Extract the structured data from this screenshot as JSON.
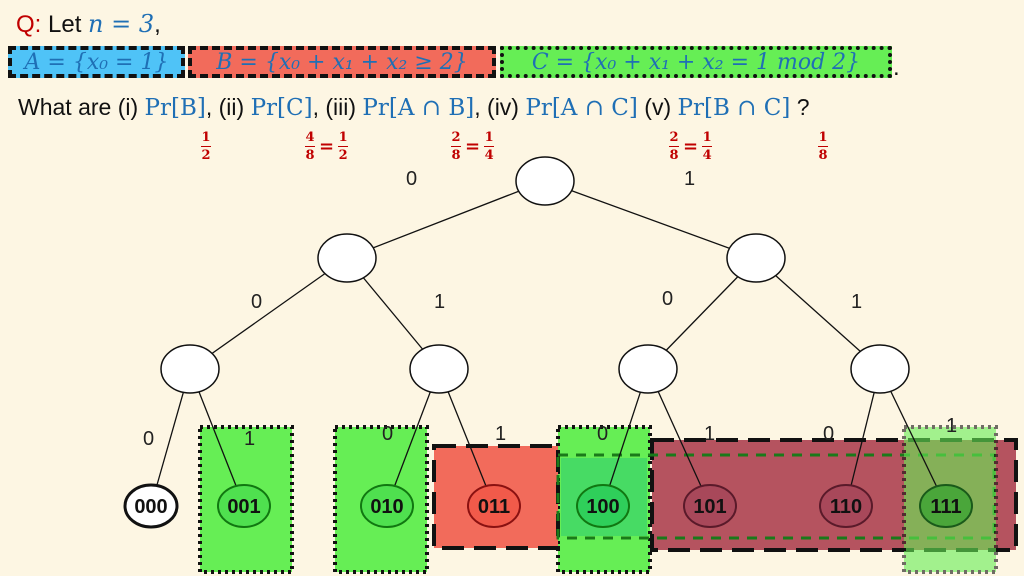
{
  "question": {
    "prefix": "Q:",
    "let_text": " Let ",
    "n_def": "n = 3",
    "comma": ",",
    "set_A": "A = {x₀ = 1}",
    "set_B": "B = {x₀ + x₁ + x₂ ≥ 2}",
    "set_C": "C = {x₀ + x₁ + x₂ = 1 mod 2}",
    "period": ".",
    "what_are": "What are (i) ",
    "pr_B": "Pr[B]",
    "ii": ", (ii) ",
    "pr_C": "Pr[C]",
    "iii": ", (iii) ",
    "pr_AB": "Pr[A ∩ B]",
    "iv": ", (iv) ",
    "pr_AC": "Pr[A ∩ C]",
    "v": " (v) ",
    "pr_BC": "Pr[B ∩ C]",
    "qmark": " ?"
  },
  "answers": {
    "a1": {
      "num": "1",
      "den": "2"
    },
    "a2": {
      "num1": "4",
      "den1": "8",
      "eq": "=",
      "num2": "1",
      "den2": "2"
    },
    "a3": {
      "num1": "2",
      "den1": "8",
      "eq": "=",
      "num2": "1",
      "den2": "4"
    },
    "a4": {
      "num1": "2",
      "den1": "8",
      "eq": "=",
      "num2": "1",
      "den2": "4"
    },
    "a5": {
      "num": "1",
      "den": "8"
    }
  },
  "tree": {
    "edge_labels": {
      "root_left": "0",
      "root_right": "1",
      "l1_left": "0",
      "l1_right": "1",
      "r1_left": "0",
      "r1_right": "1",
      "l2a_left": "0",
      "l2a_right": "1",
      "l2b_left": "0",
      "l2b_right": "1",
      "r2a_left": "0",
      "r2a_right": "1",
      "r2b_left": "0",
      "r2b_right": "1"
    },
    "leaves": [
      "000",
      "001",
      "010",
      "011",
      "100",
      "101",
      "110",
      "111"
    ]
  },
  "colors": {
    "set_A_fill": "#4fc3f7",
    "set_B_fill": "#f26b5b",
    "set_C_fill": "#66ee55",
    "answer_red": "#c00000",
    "math_blue": "#1f6fb5"
  }
}
